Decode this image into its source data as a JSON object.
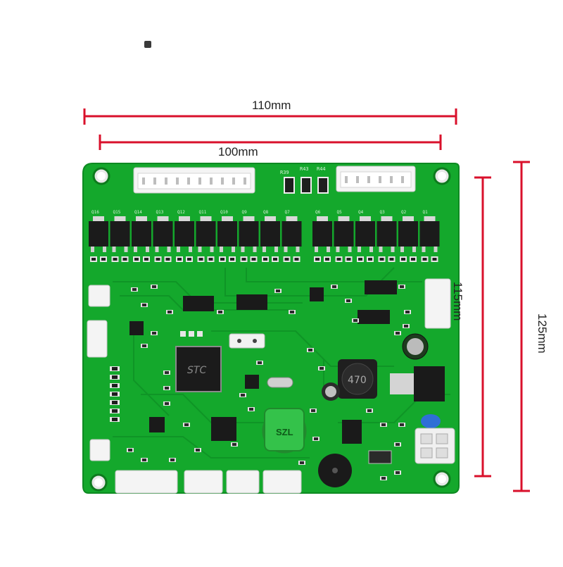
{
  "dimensions": {
    "width_outer": "110mm",
    "width_inner": "100mm",
    "height_inner": "115mm",
    "height_outer": "125mm",
    "line_color": "#d9102b"
  },
  "board": {
    "color": "#14a82c",
    "silkscreen_color": "#e8f5e8",
    "mosfet_labels": [
      "Q16",
      "Q15",
      "Q14",
      "Q13",
      "Q12",
      "Q11",
      "Q10",
      "Q9",
      "Q8",
      "Q7",
      "Q6",
      "Q5",
      "Q4",
      "Q3",
      "Q2",
      "Q1"
    ],
    "top_resistor_labels": [
      "R39",
      "R43",
      "R44"
    ],
    "mcu_marking": "STC",
    "inductor_marking": "470",
    "battery_marking": "SZL"
  }
}
